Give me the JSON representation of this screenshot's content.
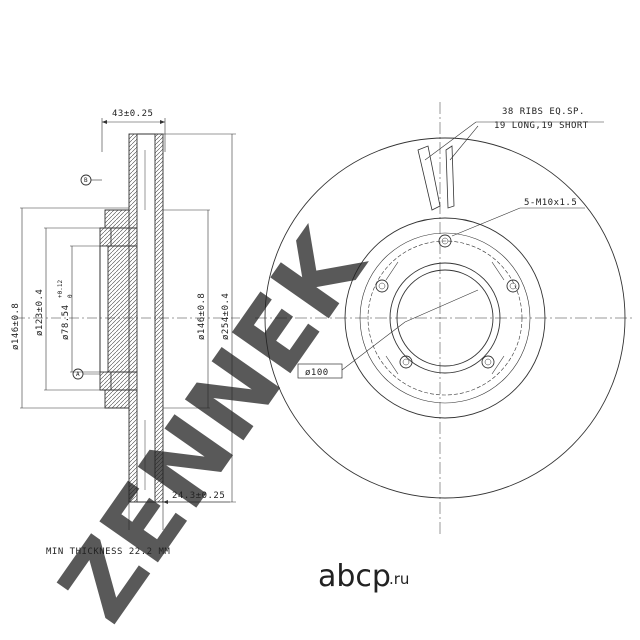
{
  "watermark": {
    "text": "ZENNEK",
    "color": "#d9d9d9"
  },
  "side_view": {
    "width_top": "43±0.25",
    "width_bottom": "24.3±0.25",
    "dia_146_left": "ø146±0.8",
    "dia_123": "ø123±0.4",
    "dia_78": "ø78.54",
    "dia_78_tol_plus": "+0.12",
    "dia_78_tol_zero": "0",
    "dia_146_right": "ø146±0.8",
    "dia_254": "ø254±0.4",
    "datum_b": "B",
    "datum_a": "A"
  },
  "front_view": {
    "ribs_line1": "38 RIBS EQ.SP.",
    "ribs_line2": "19 LONG,19 SHORT",
    "bolt_label": "5-M10x1.5",
    "pcd_label": "ø100"
  },
  "note": "MIN THICKNESS 22.2 MM",
  "brand": {
    "name": "abcp",
    "suffix": ".ru",
    "color": "#8a8a8a"
  }
}
